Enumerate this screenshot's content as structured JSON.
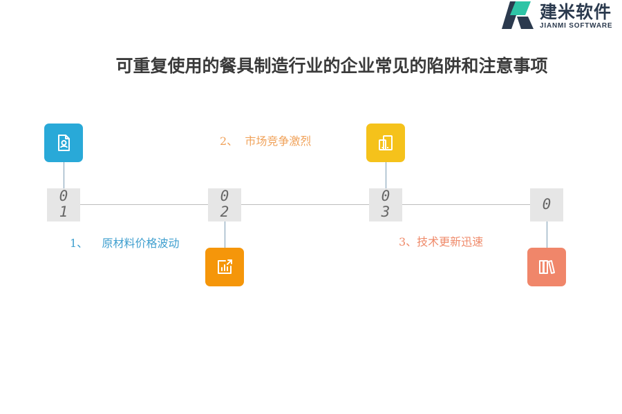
{
  "brand": {
    "name_cn": "建米软件",
    "name_en": "JIANMI SOFTWARE",
    "colors": {
      "dark": "#2b3a4e",
      "accent": "#2ec4a6"
    }
  },
  "title": "可重复使用的餐具制造行业的企业常见的陷阱和注意事项",
  "steps": [
    {
      "number_top": "0",
      "number_bottom": "1",
      "label": "1、    原材料价格波动",
      "icon": "document-user-icon",
      "color": "#29a9d8",
      "label_color": "#3f9fcf"
    },
    {
      "number_top": "0",
      "number_bottom": "2",
      "label": "2、  市场竞争激烈",
      "icon": "bar-chart-export-icon",
      "color": "#f5960a",
      "label_color": "#f0a25a"
    },
    {
      "number_top": "0",
      "number_bottom": "3",
      "label": "3、技术更新迅速",
      "icon": "tablet-devices-icon",
      "color": "#f5c21b",
      "label_color": "#ef8a6a"
    },
    {
      "number_top": "0",
      "number_bottom": "",
      "label": "",
      "icon": "books-icon",
      "color": "#f0866a",
      "label_color": "#ef8a6a"
    }
  ]
}
